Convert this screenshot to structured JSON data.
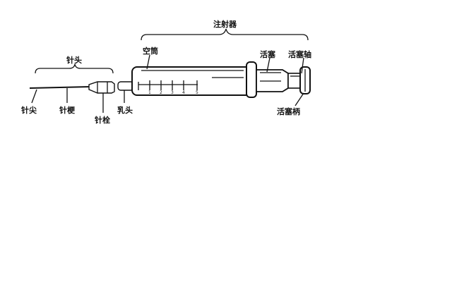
{
  "labels": {
    "syringe": "注射器",
    "barrel": "空筒",
    "piston": "活塞",
    "plunger_shaft": "活塞轴",
    "plunger_handle": "活塞柄",
    "needle": "针头",
    "needle_tip": "针尖",
    "needle_shaft": "针梗",
    "needle_hub": "针栓",
    "nozzle": "乳头"
  },
  "scale_marks": [
    "1",
    "2",
    "3",
    "4",
    "5"
  ]
}
